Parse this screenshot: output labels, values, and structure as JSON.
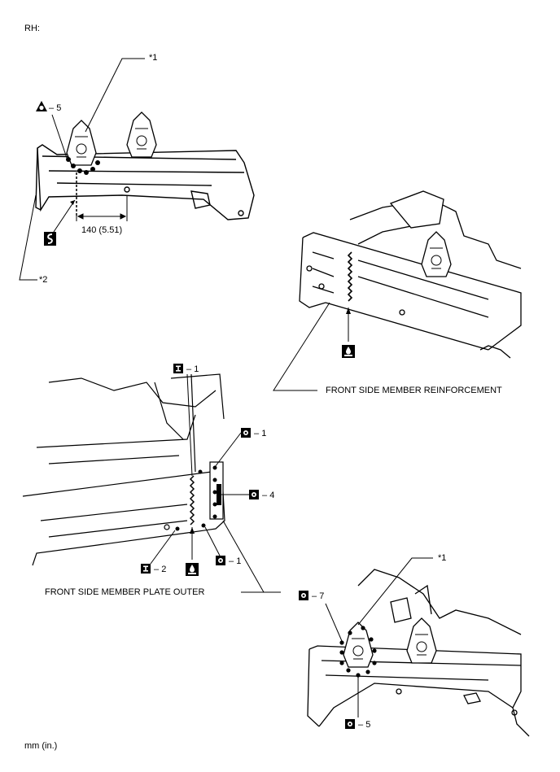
{
  "header": {
    "side_label": "RH:"
  },
  "callouts": {
    "ref1_top": "*1",
    "ref2": "*2",
    "ref1_bottom": "*1"
  },
  "dimension": {
    "text": "140 (5.51)"
  },
  "symbols": {
    "spot_weld_5": "5",
    "i_1": "1",
    "i_2": "2",
    "o_1_top": "1",
    "o_4": "4",
    "o_1_bottom": "1",
    "o_7": "7",
    "o_5": "5"
  },
  "labels": {
    "reinforcement": "FRONT SIDE MEMBER REINFORCEMENT",
    "plate_outer": "FRONT SIDE MEMBER PLATE OUTER"
  },
  "footer": {
    "units": "mm (in.)"
  }
}
